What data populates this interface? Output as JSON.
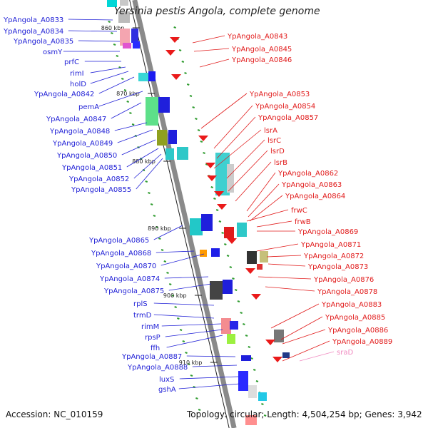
{
  "title": "Yersinia pestis Angola, complete genome",
  "footer": {
    "accession": "Accession: NC_010159",
    "summary": "Topology: circular; Length: 4,504,254 bp; Genes: 3,942"
  },
  "colors": {
    "left_labels": "#1f1fd6",
    "right_labels": "#e11b1b",
    "pseudo_label": "#f08ac0",
    "backbone": "#8a8a8a",
    "ruler": "#222222",
    "minor_tick": "#2e9b2e"
  },
  "ticks": [
    "860 kbp",
    "870 kbp",
    "880 kbp",
    "890 kbp",
    "900 kbp",
    "910 kbp"
  ],
  "left_labels": [
    "YpAngola_A0833",
    "YpAngola_A0834",
    "YpAngola_A0835",
    "osmY",
    "prfC",
    "rimI",
    "holD",
    "YpAngola_A0842",
    "pemA",
    "YpAngola_A0847",
    "YpAngola_A0848",
    "YpAngola_A0849",
    "YpAngola_A0850",
    "YpAngola_A0851",
    "YpAngola_A0852",
    "YpAngola_A0855",
    "YpAngola_A0865",
    "YpAngola_A0868",
    "YpAngola_A0870",
    "YpAngola_A0874",
    "YpAngola_A0875",
    "rplS",
    "trmD",
    "rimM",
    "rpsP",
    "ffh",
    "YpAngola_A0887",
    "YpAngola_A0888",
    "luxS",
    "gshA"
  ],
  "right_labels": [
    "YpAngola_A0843",
    "YpAngola_A0845",
    "YpAngola_A0846",
    "YpAngola_A0853",
    "YpAngola_A0854",
    "YpAngola_A0857",
    "lsrA",
    "lsrC",
    "lsrD",
    "lsrB",
    "YpAngola_A0862",
    "YpAngola_A0863",
    "YpAngola_A0864",
    "frwC",
    "frwB",
    "YpAngola_A0869",
    "YpAngola_A0871",
    "YpAngola_A0872",
    "YpAngola_A0873",
    "YpAngola_A0876",
    "YpAngola_A0878",
    "YpAngola_A0883",
    "YpAngola_A0885",
    "YpAngola_A0886",
    "YpAngola_A0889",
    "sraD"
  ]
}
